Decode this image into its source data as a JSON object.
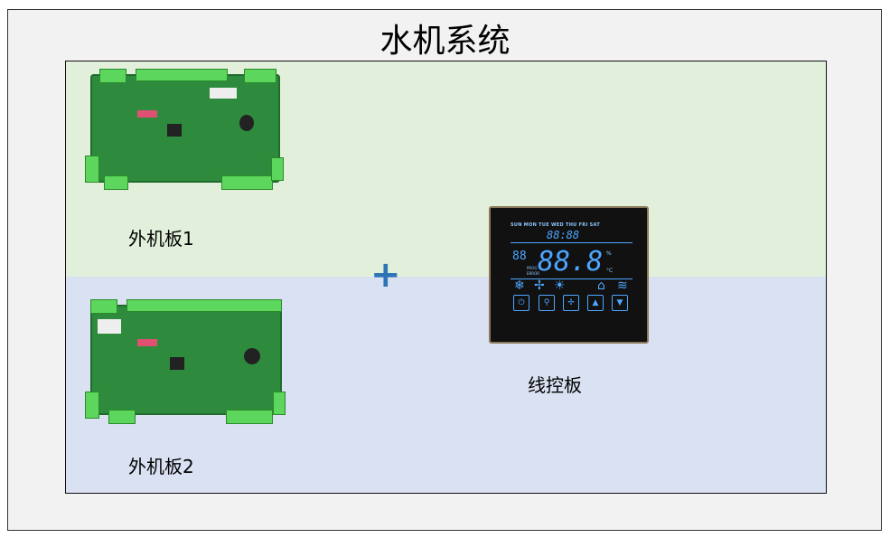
{
  "title": "水机系统",
  "boards": [
    {
      "label": "外机板1"
    },
    {
      "label": "外机板2"
    }
  ],
  "plus": "+",
  "controller": {
    "label": "线控板",
    "days": "SUN MON TUE WED THU FRI SAT",
    "time": "88:88",
    "main": "88.8",
    "small": "88",
    "unit": "°C",
    "percent": "%",
    "prog": "PROG",
    "error": "ERROR"
  },
  "colors": {
    "top_bg": "#e2efda",
    "bottom_bg": "#dae1f2",
    "accent": "#2e75b6"
  }
}
